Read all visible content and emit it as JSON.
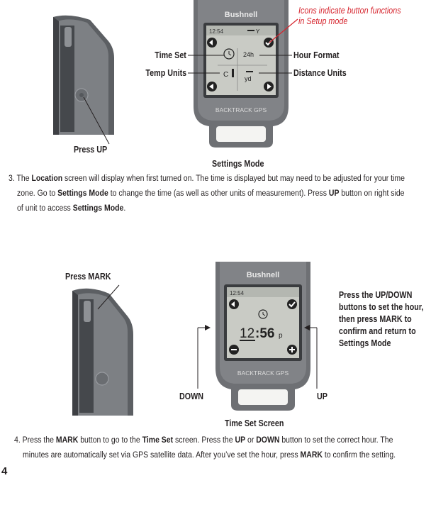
{
  "figure1": {
    "press_up": "Press UP",
    "caption": "Settings Mode",
    "labels": {
      "time_set": "Time Set",
      "temp_units": "Temp Units",
      "hour_format": "Hour Format",
      "distance_units": "Distance Units",
      "icons_note_line1": "Icons indicate button functions",
      "icons_note_line2": "in Setup mode"
    },
    "screen": {
      "time": "12:54",
      "hour_format": "24h",
      "temp": "C",
      "distance": "yd"
    }
  },
  "device": {
    "brand": "Bushnell",
    "model": "BACKTRACK GPS"
  },
  "step3": {
    "number": "3.",
    "segments": [
      "The ",
      "Location",
      " screen will display when first turned on. The time is displayed but may need to be adjusted for your time",
      "zone. Go to ",
      "Settings Mode",
      " to change the time (as well as other units of measurement). Press ",
      "UP",
      " button on right side",
      "of unit to access ",
      "Settings Mode",
      "."
    ]
  },
  "figure2": {
    "press_mark": "Press MARK",
    "down": "DOWN",
    "up": "UP",
    "caption": "Time Set Screen",
    "note_lines": [
      "Press the UP/DOWN",
      "buttons to set the hour,",
      "then press MARK to",
      "confirm and return to",
      "Settings Mode"
    ],
    "screen": {
      "time_small": "12:54",
      "big_hour": "12",
      "big_minutes": ":56",
      "ampm": "p"
    }
  },
  "step4": {
    "number": "4.",
    "segments": [
      "Press the ",
      "MARK",
      " button to go to the ",
      "Time Set",
      " screen. Press the ",
      "UP",
      " or ",
      "DOWN",
      " button to set the correct hour. The",
      "minutes are automatically set via GPS satellite data. After you’ve set the hour, press ",
      "MARK",
      " to confirm the setting."
    ]
  },
  "page_number": "4",
  "colors": {
    "red_annotation": "#d6252e",
    "device_body": "#6e7074",
    "screen": "#c9cbc5"
  }
}
